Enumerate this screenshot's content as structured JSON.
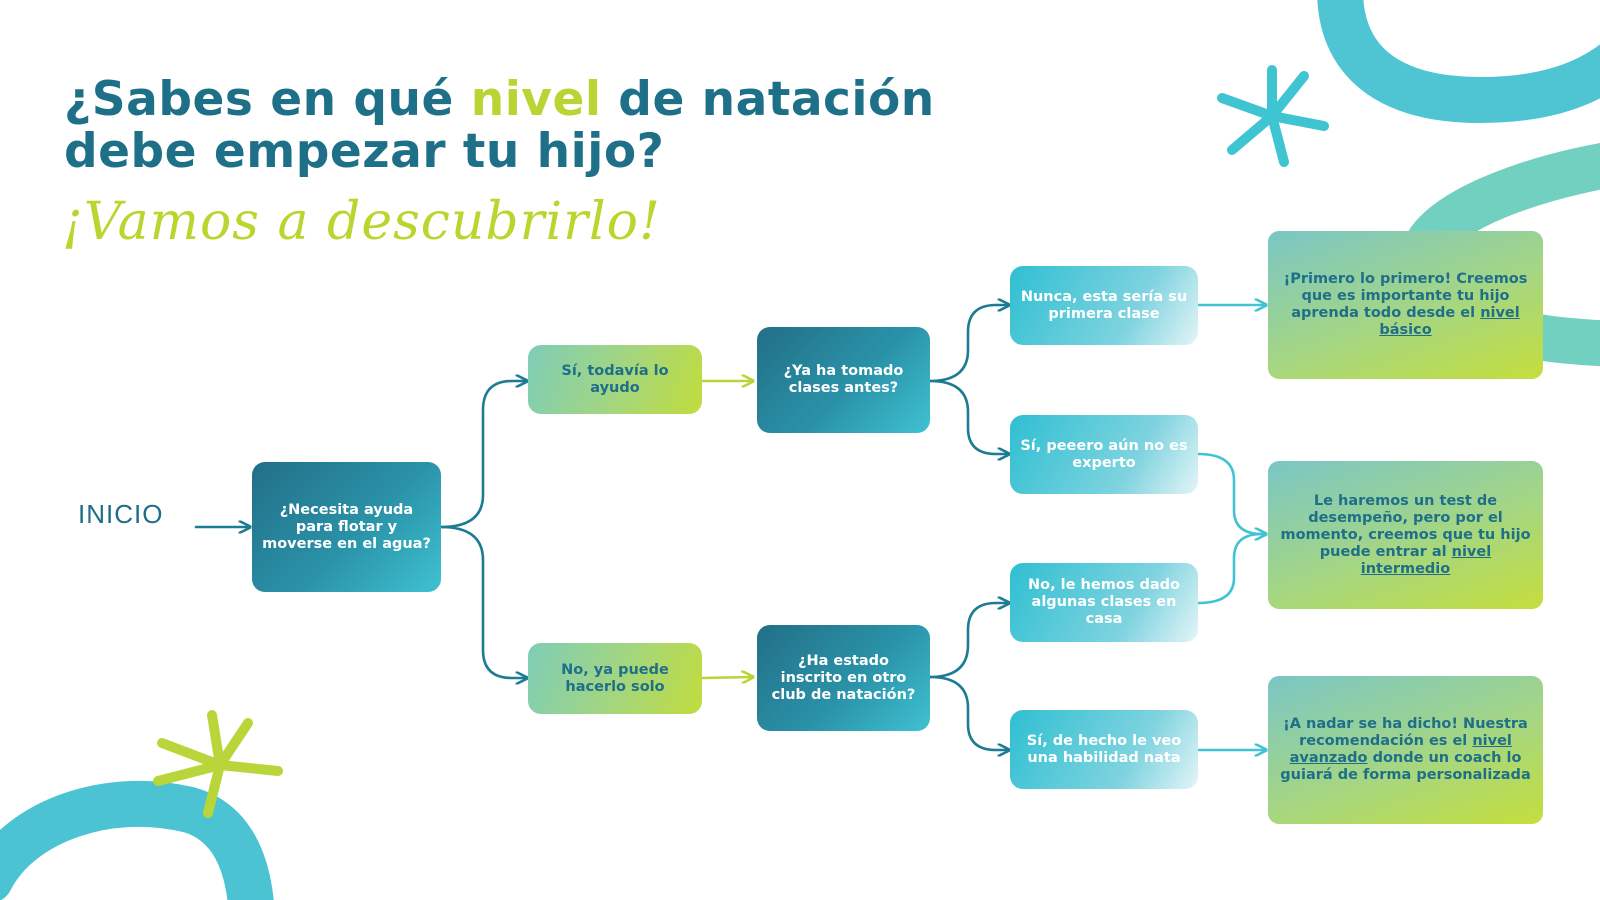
{
  "header": {
    "title_part1": "¿Sabes en qué ",
    "title_highlight": "nivel",
    "title_part2": " de natación",
    "title_line2": "debe empezar tu hijo?",
    "subtitle": "¡Vamos a descubrirlo!"
  },
  "start": {
    "label": "INICIO"
  },
  "questions": {
    "q1": "¿Necesita ayuda para flotar y moverse en el agua?",
    "q2": "¿Ya ha tomado clases antes?",
    "q3": "¿Ha estado inscrito en otro club de natación?"
  },
  "answers": {
    "a1_yes": "Sí, todavía lo ayudo",
    "a1_no": "No, ya puede hacerlo solo",
    "a2_never": "Nunca, esta sería su primera clase",
    "a2_yes": "Sí, peeero aún no es experto",
    "a3_no": "No, le hemos dado algunas clases en casa",
    "a3_yes": "Sí, de hecho le veo una habilidad nata"
  },
  "results": {
    "basic": {
      "text": "¡Primero lo primero! Creemos que es importante tu hijo aprenda todo desde el",
      "link": "nivel básico"
    },
    "intermediate": {
      "text": "Le haremos un test de desempeño, pero por el momento, creemos que tu hijo puede entrar al",
      "link": "nivel intermedio"
    },
    "advanced": {
      "text_before": "¡A nadar se ha dicho! Nuestra recomendación es el",
      "link": "nivel avanzado",
      "text_after": "donde un coach lo guiará de forma personalizada"
    }
  },
  "colors": {
    "primary": "#1f6f89",
    "accent": "#b9d433",
    "cyan": "#41c3d3",
    "arrow_green": "#b8d63a"
  },
  "decorations": [
    "squiggle-top-right",
    "squiggle-right",
    "squiggle-bottom-left",
    "cyan-starburst-icon",
    "green-starburst-icon"
  ]
}
